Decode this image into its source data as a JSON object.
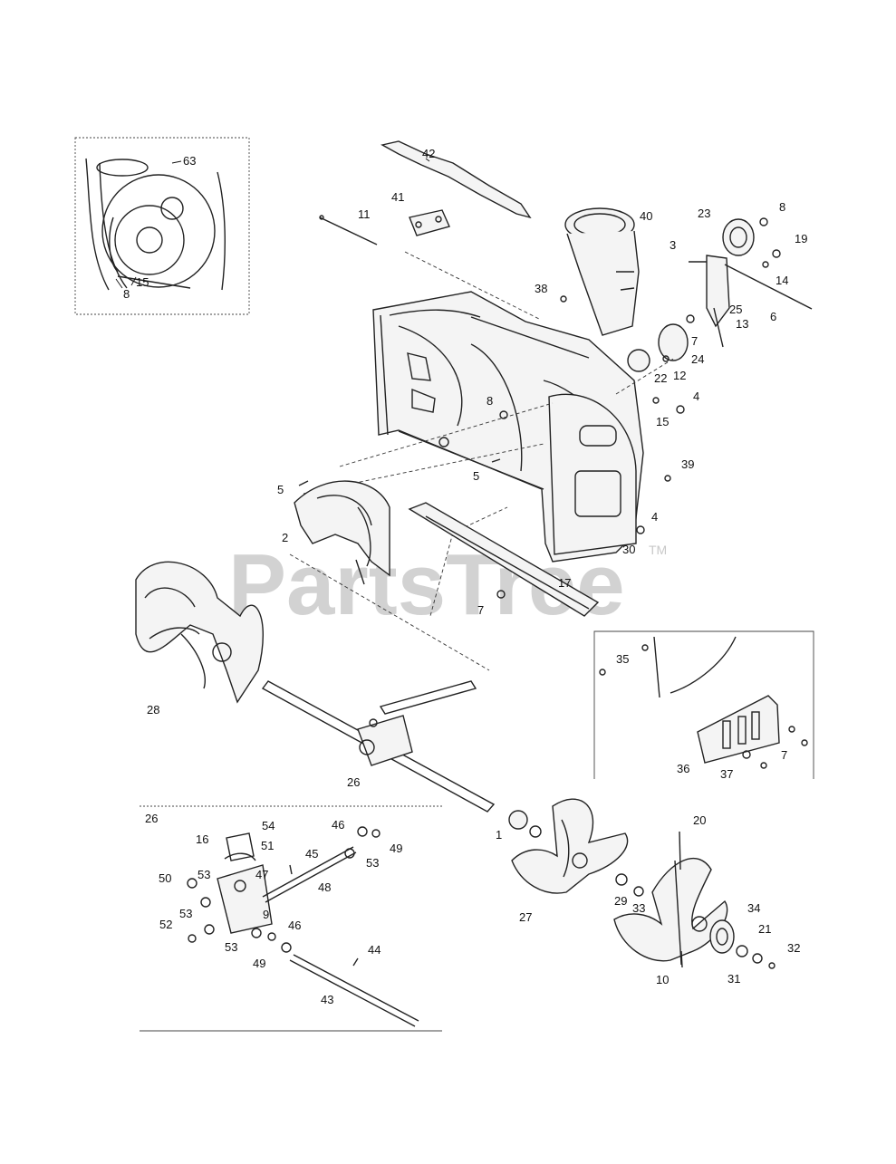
{
  "watermark": {
    "text": "PartsTree",
    "tm": "TM"
  },
  "inset_label": "26",
  "callouts": {
    "c42": "42",
    "c41": "41",
    "c11": "11",
    "c40": "40",
    "c23": "23",
    "c8a": "8",
    "c3": "3",
    "c19": "19",
    "c14": "14",
    "c38": "38",
    "c25": "25",
    "c6": "6",
    "c7a": "7",
    "c13": "13",
    "c24": "24",
    "c22": "22",
    "c12": "12",
    "c8b": "8",
    "c4a": "4",
    "c15a": "15",
    "c5a": "5",
    "c5b": "5",
    "c39": "39",
    "c2": "2",
    "c4b": "4",
    "c30": "30",
    "c17": "17",
    "c7b": "7",
    "c35": "35",
    "c28": "28",
    "c26": "26",
    "c36": "36",
    "c37": "37",
    "c7c": "7",
    "c1": "1",
    "c20": "20",
    "c16": "16",
    "c54": "54",
    "c46a": "46",
    "c49a": "49",
    "c51": "51",
    "c45": "45",
    "c53a": "53",
    "c47": "47",
    "c48": "48",
    "c50": "50",
    "c53b": "53",
    "c53c": "53",
    "c9": "9",
    "c52": "52",
    "c46b": "46",
    "c53d": "53",
    "c49b": "49",
    "c44": "44",
    "c43": "43",
    "c27": "27",
    "c29": "29",
    "c33": "33",
    "c34": "34",
    "c21": "21",
    "c32": "32",
    "c31": "31",
    "c10": "10",
    "c8c": "8",
    "c15b": "15",
    "c63": "63"
  }
}
